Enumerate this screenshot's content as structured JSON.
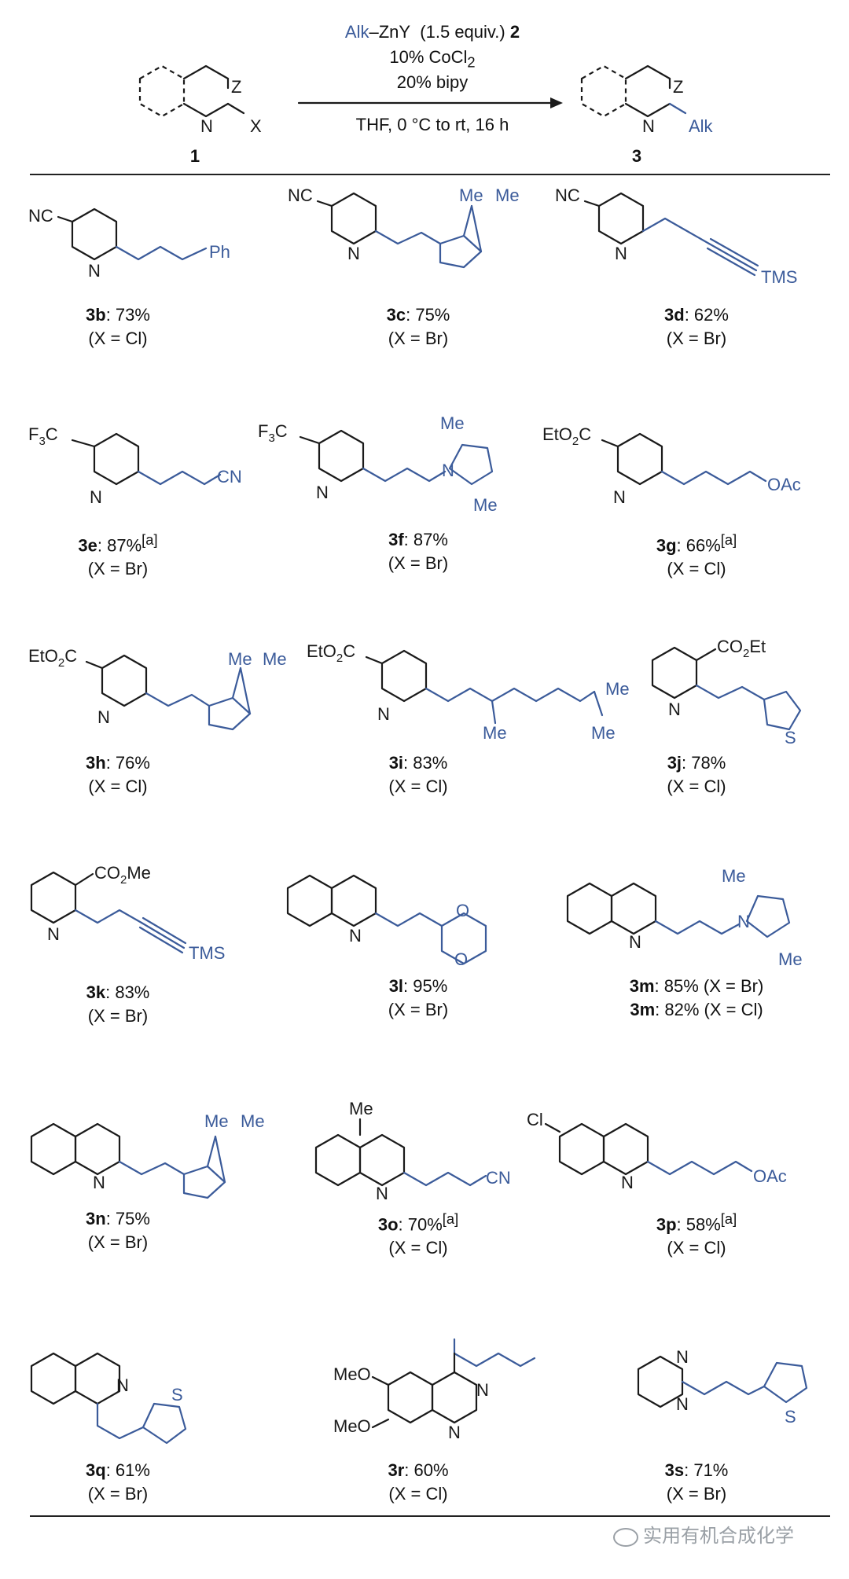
{
  "header": {
    "reagent_alk": "Alk",
    "reagent_zn": "ZnY",
    "reagent_equiv": "(1.5 equiv.)",
    "reagent_num": "2",
    "catalyst": "10% CoCl",
    "catalyst_sub": "2",
    "ligand": "20% bipy",
    "conditions": "THF, 0 °C to rt, 16 h",
    "sm_label": "1",
    "prod_label": "3",
    "atoms": {
      "Z": "Z",
      "N": "N",
      "X": "X",
      "Alk": "Alk"
    }
  },
  "entries": [
    {
      "id": "3b",
      "yield": ": 73%",
      "note": "(X = Cl)"
    },
    {
      "id": "3c",
      "yield": ": 75%",
      "note": "(X = Br)"
    },
    {
      "id": "3d",
      "yield": ": 62%",
      "note": "(X = Br)"
    },
    {
      "id": "3e",
      "yield": ": 87%",
      "sup": "[a]",
      "note": "(X = Br)"
    },
    {
      "id": "3f",
      "yield": ": 87%",
      "note": "(X = Br)"
    },
    {
      "id": "3g",
      "yield": ": 66%",
      "sup": "[a]",
      "note": "(X = Cl)"
    },
    {
      "id": "3h",
      "yield": ": 76%",
      "note": "(X = Cl)"
    },
    {
      "id": "3i",
      "yield": ": 83%",
      "note": "(X = Cl)"
    },
    {
      "id": "3j",
      "yield": ": 78%",
      "note": "(X = Cl)"
    },
    {
      "id": "3k",
      "yield": ": 83%",
      "note": "(X = Br)"
    },
    {
      "id": "3l",
      "yield": ": 95%",
      "note": "(X = Br)"
    },
    {
      "id": "3m",
      "yield": ": 85% (X = Br)",
      "id2": "3m",
      "yield2": ": 82% (X = Cl)"
    },
    {
      "id": "3n",
      "yield": ": 75%",
      "note": "(X = Br)"
    },
    {
      "id": "3o",
      "yield": ": 70%",
      "sup": "[a]",
      "note": "(X = Cl)"
    },
    {
      "id": "3p",
      "yield": ": 58%",
      "sup": "[a]",
      "note": "(X = Cl)"
    },
    {
      "id": "3q",
      "yield": ": 61%",
      "note": "(X = Br)"
    },
    {
      "id": "3r",
      "yield": ": 60%",
      "note": "(X = Cl)"
    },
    {
      "id": "3s",
      "yield": ": 71%",
      "note": "(X = Br)"
    }
  ],
  "labels": {
    "NC": "NC",
    "N": "N",
    "Ph": "Ph",
    "Me": "Me",
    "TMS": "TMS",
    "CN": "CN",
    "F3C": "F",
    "F3C_sub": "3",
    "F3C_tail": "C",
    "EtO2C": "EtO",
    "EtO2C_sub": "2",
    "EtO2C_tail": "C",
    "CO2Et": "CO",
    "CO2Et_sub": "2",
    "CO2Et_tail": "Et",
    "CO2Me": "CO",
    "CO2Me_sub": "2",
    "CO2Me_tail": "Me",
    "OAc": "OAc",
    "S": "S",
    "O": "O",
    "Cl": "Cl",
    "MeO": "MeO"
  },
  "watermark": "实用有机合成化学",
  "colors": {
    "alkyl": "#3b5b9a",
    "core": "#1a1a1a"
  }
}
